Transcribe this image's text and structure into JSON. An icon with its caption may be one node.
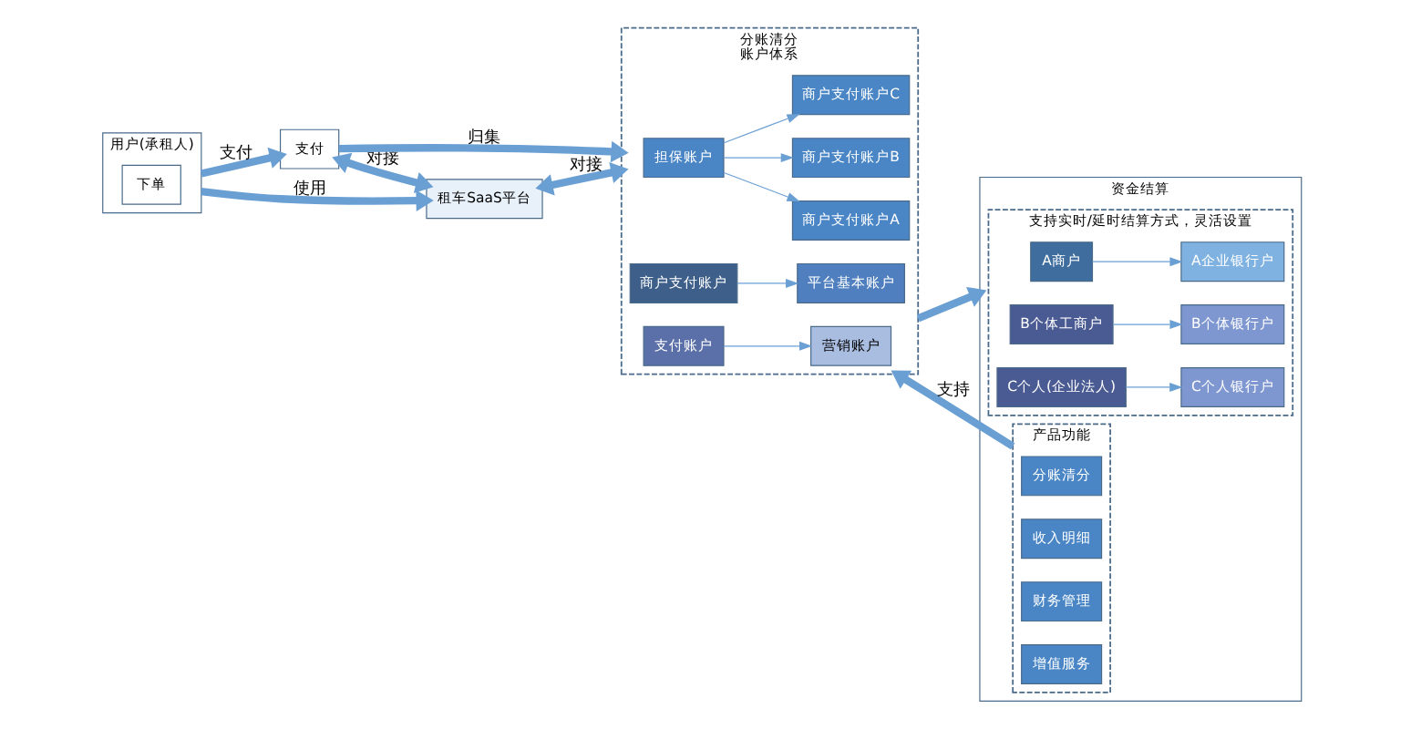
{
  "diagram": {
    "nodes": [
      {
        "text": [
          "用户(承租人)"
        ]
      },
      {
        "text": [
          "下单"
        ],
        "in": 0
      },
      {
        "text": [
          "支付"
        ]
      },
      {
        "text": [
          "租车SaaS平台"
        ]
      },
      {
        "text": [
          "分账清分",
          "账户体系"
        ]
      },
      {
        "text": [
          "担保账户"
        ],
        "in": 4
      },
      {
        "text": [
          "商户支付账户A"
        ],
        "in": 4
      },
      {
        "text": [
          "商户支付账户B"
        ],
        "in": 4
      },
      {
        "text": [
          "商户支付账户C"
        ],
        "in": 4
      },
      {
        "text": [
          "商户支付账户"
        ],
        "in": 4
      },
      {
        "text": [
          "平台基本账户"
        ],
        "in": 4
      },
      {
        "text": [
          "支付账户"
        ],
        "in": 4
      },
      {
        "text": [
          "营销账户"
        ],
        "in": 4
      },
      {
        "text": [
          "资金结算"
        ]
      },
      {
        "text": [
          "支持实时/延时结算方式，灵活设置"
        ],
        "in": 13
      },
      {
        "text": [
          "A商户"
        ],
        "in": 14
      },
      {
        "text": [
          "A企业银行户"
        ],
        "in": 14
      },
      {
        "text": [
          "B个体工商户"
        ],
        "in": 14
      },
      {
        "text": [
          "B个体银行户"
        ],
        "in": 14
      },
      {
        "text": [
          "C个人(企业法人)"
        ],
        "in": 14
      },
      {
        "text": [
          "C个人银行户"
        ],
        "in": 14
      },
      {
        "text": [
          "产品功能"
        ],
        "in": 13
      },
      {
        "text": [
          "分账清分"
        ],
        "in": 21
      },
      {
        "text": [
          "收入明细"
        ],
        "in": 21
      },
      {
        "text": [
          "财务管理"
        ],
        "in": 21
      },
      {
        "text": [
          "增值服务"
        ],
        "in": 21
      }
    ],
    "edges": [
      {
        "from": 0,
        "to": 2,
        "arrow": "to",
        "label": "支付",
        "style": "thick"
      },
      {
        "from": 0,
        "to": 3,
        "arrow": "to",
        "label": "使用",
        "style": "thick"
      },
      {
        "from": 2,
        "to": 4,
        "arrow": "to",
        "label": "归集",
        "style": "thick"
      },
      {
        "from": 2,
        "to": 3,
        "arrow": "both",
        "label": "对接",
        "style": "thick"
      },
      {
        "from": 3,
        "to": 4,
        "arrow": "both",
        "label": "对接",
        "style": "thick"
      },
      {
        "from": 4,
        "to": 13,
        "arrow": "to",
        "style": "thick"
      },
      {
        "from": 21,
        "to": 4,
        "arrow": "to",
        "label": "支持",
        "style": "thick"
      },
      {
        "from": 5,
        "to": 6,
        "arrow": "to"
      },
      {
        "from": 5,
        "to": 7,
        "arrow": "to"
      },
      {
        "from": 5,
        "to": 8,
        "arrow": "to"
      },
      {
        "from": 9,
        "to": 10,
        "arrow": "to"
      },
      {
        "from": 11,
        "to": 12,
        "arrow": "to"
      },
      {
        "from": 15,
        "to": 16,
        "arrow": "to"
      },
      {
        "from": 17,
        "to": 18,
        "arrow": "to"
      },
      {
        "from": 19,
        "to": 20,
        "arrow": "to"
      }
    ]
  }
}
